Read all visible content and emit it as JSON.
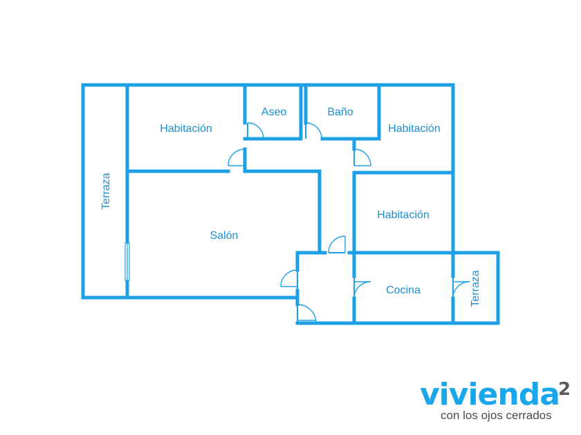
{
  "rooms": {
    "terraza_left": "Terraza",
    "habitacion_top_left": "Habitación",
    "aseo": "Aseo",
    "bano": "Baño",
    "habitacion_top_right": "Habitación",
    "salon": "Salón",
    "habitacion_mid_right": "Habitación",
    "cocina": "Cocina",
    "terraza_right": "Terraza"
  },
  "logo": {
    "word": "vivienda",
    "superscript": "2",
    "tagline": "con los ojos cerrados"
  },
  "colors": {
    "walls": "#1ea0e6",
    "labels": "#1a8fd6",
    "logo_word": "#1aa6ea",
    "logo_text": "#4a4a4a"
  }
}
